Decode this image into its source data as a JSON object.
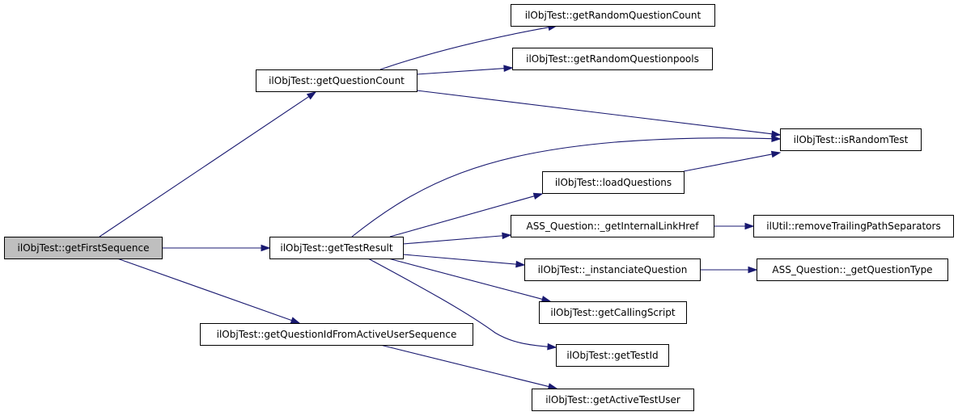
{
  "diagram": {
    "title": "",
    "nodes": [
      {
        "id": "n_first",
        "label": "ilObjTest::getFirstSequence",
        "root": true
      },
      {
        "id": "n_qcount",
        "label": "ilObjTest::getQuestionCount"
      },
      {
        "id": "n_testres",
        "label": "ilObjTest::getTestResult"
      },
      {
        "id": "n_qidseq",
        "label": "ilObjTest::getQuestionIdFromActiveUserSequence"
      },
      {
        "id": "n_randcount",
        "label": "ilObjTest::getRandomQuestionCount"
      },
      {
        "id": "n_randpools",
        "label": "ilObjTest::getRandomQuestionpools"
      },
      {
        "id": "n_israndom",
        "label": "ilObjTest::isRandomTest"
      },
      {
        "id": "n_loadq",
        "label": "ilObjTest::loadQuestions"
      },
      {
        "id": "n_intlink",
        "label": "ASS_Question::_getInternalLinkHref"
      },
      {
        "id": "n_removesep",
        "label": "ilUtil::removeTrailingPathSeparators"
      },
      {
        "id": "n_instq",
        "label": "ilObjTest::_instanciateQuestion"
      },
      {
        "id": "n_qtype",
        "label": "ASS_Question::_getQuestionType"
      },
      {
        "id": "n_calling",
        "label": "ilObjTest::getCallingScript"
      },
      {
        "id": "n_testid",
        "label": "ilObjTest::getTestId"
      },
      {
        "id": "n_activeuser",
        "label": "ilObjTest::getActiveTestUser"
      }
    ],
    "edges": [
      {
        "from": "n_first",
        "to": "n_qcount"
      },
      {
        "from": "n_first",
        "to": "n_testres"
      },
      {
        "from": "n_first",
        "to": "n_qidseq"
      },
      {
        "from": "n_qcount",
        "to": "n_randcount"
      },
      {
        "from": "n_qcount",
        "to": "n_randpools"
      },
      {
        "from": "n_qcount",
        "to": "n_israndom"
      },
      {
        "from": "n_testres",
        "to": "n_israndom"
      },
      {
        "from": "n_testres",
        "to": "n_loadq"
      },
      {
        "from": "n_testres",
        "to": "n_intlink"
      },
      {
        "from": "n_testres",
        "to": "n_instq"
      },
      {
        "from": "n_testres",
        "to": "n_calling"
      },
      {
        "from": "n_testres",
        "to": "n_testid"
      },
      {
        "from": "n_loadq",
        "to": "n_israndom"
      },
      {
        "from": "n_intlink",
        "to": "n_removesep"
      },
      {
        "from": "n_instq",
        "to": "n_qtype"
      },
      {
        "from": "n_qidseq",
        "to": "n_activeuser"
      }
    ]
  }
}
